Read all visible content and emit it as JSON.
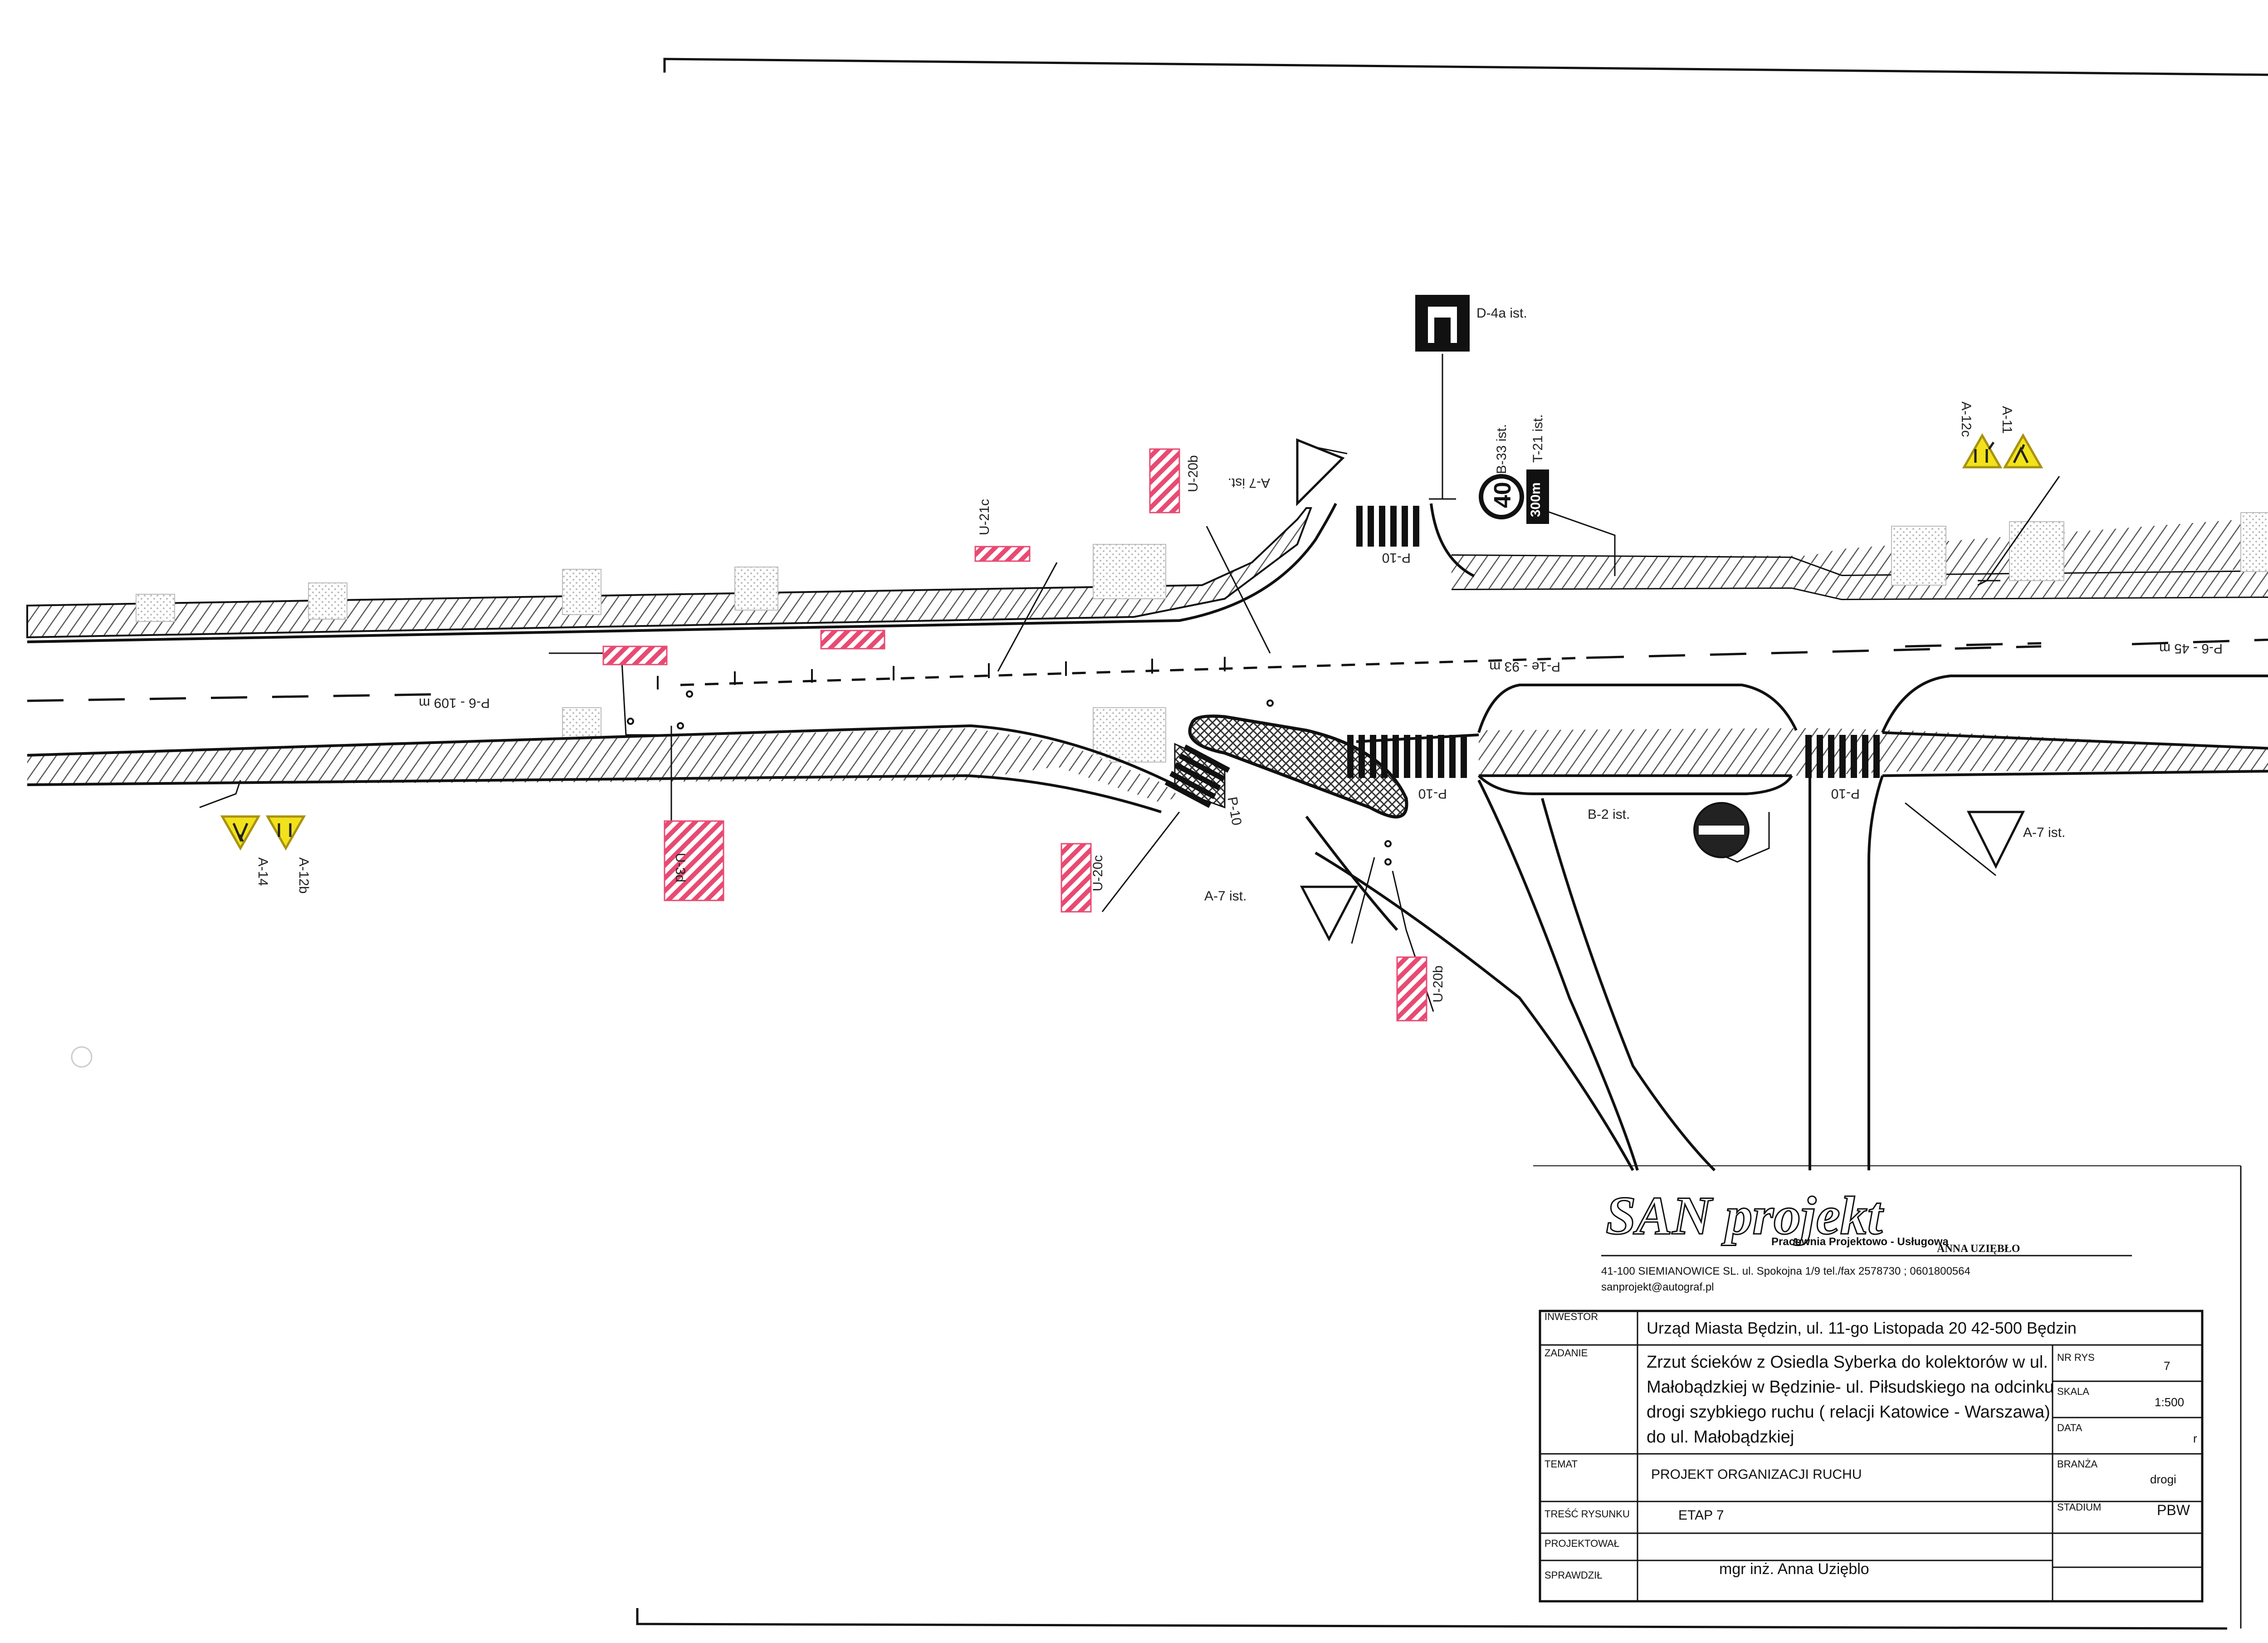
{
  "colors": {
    "line": "#111111",
    "warn": "#f2e21b",
    "warn_edge": "#a8920f",
    "chevron": "#e84a72",
    "prohib": "#d63a4c",
    "hatch": "#555555"
  },
  "signs": {
    "d4a": {
      "label": "D-4a ist.",
      "icon": "dead-end-sign-icon"
    },
    "b33": {
      "label": "B-33 ist.",
      "value": "40",
      "icon": "speed-limit-sign-icon"
    },
    "t21": {
      "label": "T-21 ist.",
      "value": "300m",
      "icon": "distance-plate-icon"
    },
    "a12c": {
      "label": "A-12c",
      "icon": "road-narrows-sign-icon"
    },
    "a11": {
      "label": "A-11",
      "icon": "road-narrows-sign-icon"
    },
    "a14": {
      "label": "A-14",
      "icon": "roadworks-sign-icon"
    },
    "a12b": {
      "label": "A-12b",
      "icon": "road-narrows-sign-icon"
    },
    "a7_top": {
      "label": "A-7 ist.",
      "icon": "give-way-sign-icon"
    },
    "a7_mid": {
      "label": "A-7 ist.",
      "icon": "give-way-sign-icon"
    },
    "a7_right": {
      "label": "A-7 ist.",
      "icon": "give-way-sign-icon"
    },
    "b2": {
      "label": "B-2 ist.",
      "icon": "no-entry-sign-icon"
    },
    "u20b_top": {
      "label": "U-20b",
      "icon": "chevron-board-icon"
    },
    "u20b_low": {
      "label": "U-20b",
      "icon": "chevron-board-icon"
    },
    "u20c": {
      "label": "U-20c",
      "icon": "chevron-board-icon"
    },
    "u21c": {
      "label": "U-21c",
      "icon": "chevron-board-icon"
    },
    "u3d": {
      "label": "U-3d",
      "icon": "chevron-board-icon"
    }
  },
  "markings": {
    "p10_a": "P-10",
    "p10_b": "P-10",
    "p10_c": "P-10",
    "p10_d": "P-10",
    "p6_left": "P-6 - 109 m",
    "p1e": "P-1e - 93 m",
    "p6_right": "P-6 - 45 m"
  },
  "company": {
    "logo_text": "SAN projekt",
    "subtitle": "Pracownia Projektowo - Usługowa",
    "owner": "ANNA UZIĘBŁO",
    "address": "41-100 SIEMIANOWICE SL. ul. Spokojna 1/9 tel./fax 2578730 ; 0601800564",
    "email": "sanprojekt@autograf.pl"
  },
  "title_block": {
    "inwestor_label": "INWESTOR",
    "inwestor": "Urząd Miasta Będzin, ul. 11-go Listopada 20  42-500 Będzin",
    "zadanie_label": "ZADANIE",
    "zadanie_lines": [
      "Zrzut ścieków z Osiedla Syberka do kolektorów w ul.",
      "Małobądzkiej w Będzinie- ul. Piłsudskiego na odcinku",
      "drogi szybkiego ruchu ( relacji Katowice - Warszawa)",
      "do ul. Małobądzkiej"
    ],
    "nr_rys_label": "NR RYS",
    "nr_rys": "7",
    "skala_label": "SKALA",
    "skala": "1:500",
    "data_label": "DATA",
    "data": "r",
    "temat_label": "TEMAT",
    "temat": "PROJEKT ORGANIZACJI RUCHU",
    "branza_label": "BRANŻA",
    "branza": "drogi",
    "tresc_label": "TREŚĆ RYSUNKU",
    "tresc": "ETAP 7",
    "stadium_label": "STADIUM",
    "stadium": "PBW",
    "projektowal_label": "PROJEKTOWAŁ",
    "projektowal": "mgr inż. Anna Uzięblo",
    "sprawdzil_label": "SPRAWDZIŁ"
  }
}
